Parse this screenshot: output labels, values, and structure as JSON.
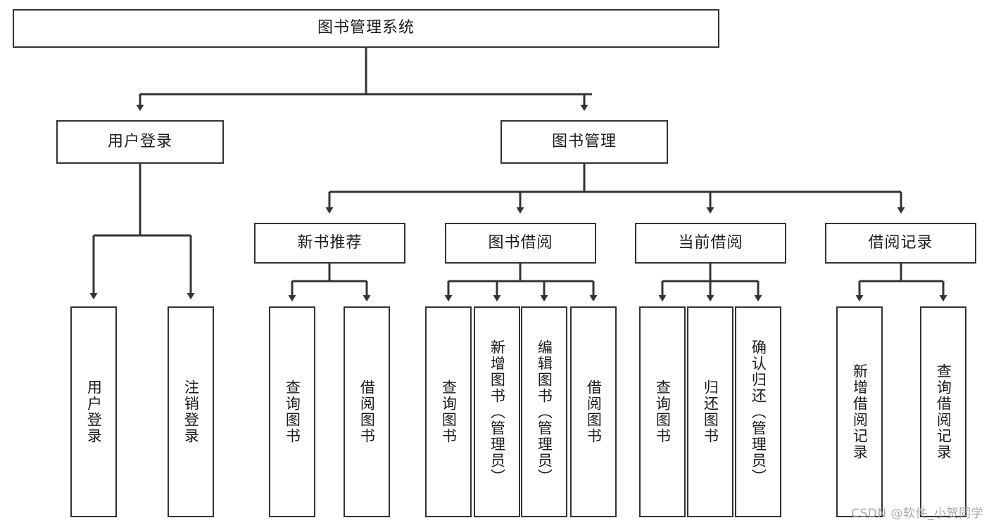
{
  "diagram": {
    "title": "图书管理系统",
    "type": "tree-hierarchy",
    "root": {
      "label": "图书管理系统"
    },
    "level2": [
      {
        "label": "用户登录"
      },
      {
        "label": "图书管理"
      }
    ],
    "level3": [
      {
        "label": "新书推荐"
      },
      {
        "label": "图书借阅"
      },
      {
        "label": "当前借阅"
      },
      {
        "label": "借阅记录"
      }
    ],
    "leaves": {
      "user_login": [
        {
          "label": "用户登录"
        },
        {
          "label": "注销登录"
        }
      ],
      "new_book_recommend": [
        {
          "label": "查询图书"
        },
        {
          "label": "借阅图书"
        }
      ],
      "book_borrow": [
        {
          "label": "查询图书"
        },
        {
          "label": "新增图书（管理员）"
        },
        {
          "label": "编辑图书（管理员）"
        },
        {
          "label": "借阅图书"
        }
      ],
      "current_borrow": [
        {
          "label": "查询图书"
        },
        {
          "label": "归还图书"
        },
        {
          "label": "确认归还（管理员）"
        }
      ],
      "borrow_record": [
        {
          "label": "新增借阅记录"
        },
        {
          "label": "查询借阅记录"
        }
      ]
    }
  },
  "watermark": {
    "text": "CSDN @软件_小贺同学"
  },
  "colors": {
    "stroke": "#333333",
    "text": "#1a1a1a",
    "background": "#ffffff",
    "watermark": "#a8a8a8"
  }
}
